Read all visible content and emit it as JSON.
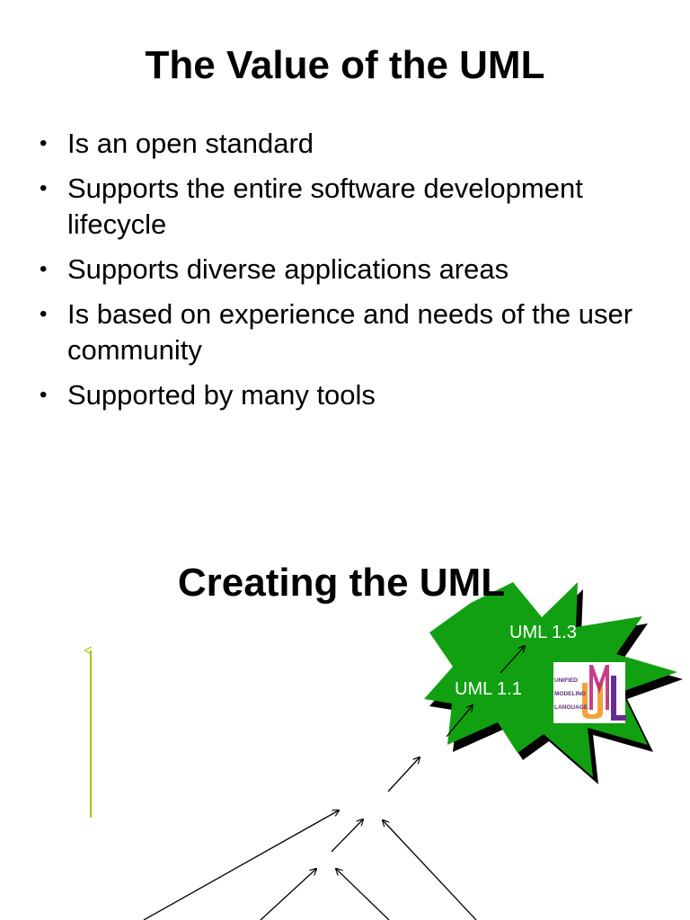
{
  "slide1": {
    "title": "The Value of the UML",
    "bullets": [
      "Is an open standard",
      "Supports the entire software development lifecycle",
      "Supports diverse applications areas",
      "Is based on experience and needs of the user community",
      "Supported by many tools"
    ]
  },
  "slide2": {
    "title": "Creating the UML",
    "starburst": {
      "labels": [
        "UML 1.3",
        "UML 1.1"
      ],
      "color": "#11a011"
    },
    "logo": {
      "lines": [
        "UNIFIED",
        "MODELING",
        "LANGUAGE"
      ]
    },
    "timeline_arrow_color": "#a7c21a"
  },
  "bullet_glyph": "•"
}
